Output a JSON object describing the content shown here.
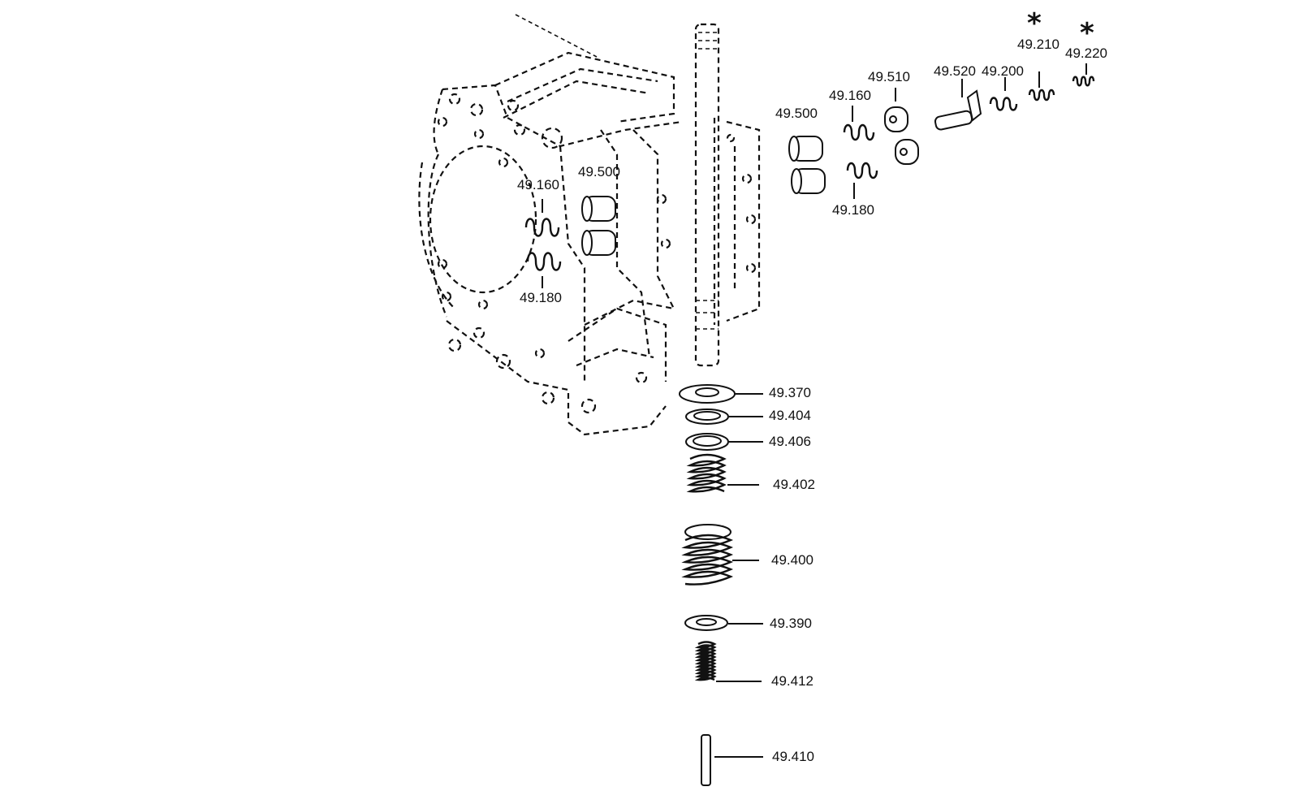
{
  "diagram": {
    "labels": {
      "p49160_left": "49.160",
      "p49500_left": "49.500",
      "p49180_left": "49.180",
      "p49500_right": "49.500",
      "p49160_right": "49.160",
      "p49510": "49.510",
      "p49520": "49.520",
      "p49200": "49.200",
      "p49210": "49.210",
      "p49220": "49.220",
      "p49180_right": "49.180",
      "p49370": "49.370",
      "p49404": "49.404",
      "p49406": "49.406",
      "p49402": "49.402",
      "p49400": "49.400",
      "p49390": "49.390",
      "p49412": "49.412",
      "p49410": "49.410"
    },
    "asterisk": "*"
  }
}
